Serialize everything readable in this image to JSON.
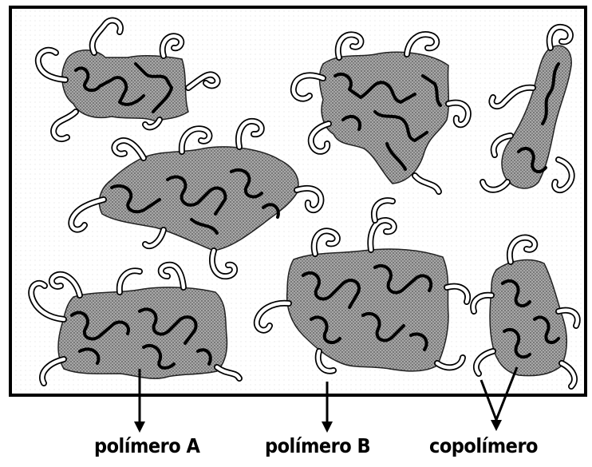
{
  "labels": {
    "polymer_a": "polímero A",
    "polymer_b": "polímero B",
    "copolymer": "copolímero"
  },
  "colors": {
    "background": "#ffffff",
    "frame": "#000000",
    "domain_fill": "#9a9a9a",
    "chain_dark": "#000000",
    "chain_light": "#ffffff"
  }
}
